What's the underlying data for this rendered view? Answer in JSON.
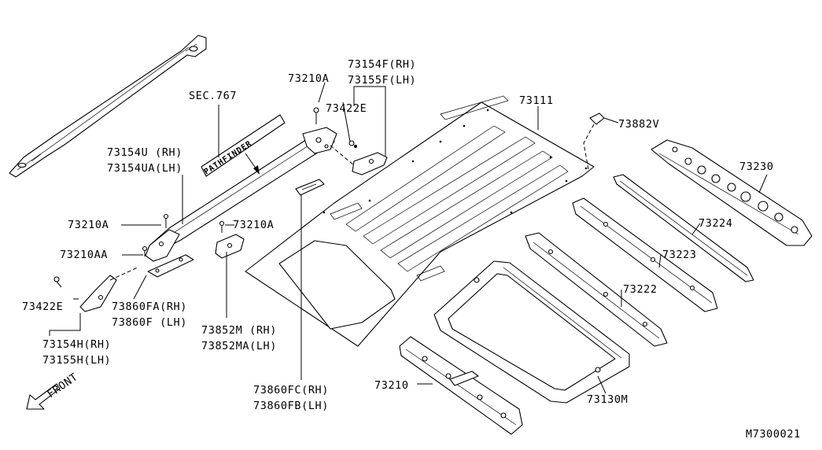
{
  "diagram": {
    "code": "M7300021",
    "front_label": "FRONT",
    "badge_text": "PATHFINDER",
    "labels": {
      "p73154F": "73154F(RH)",
      "p73155F": "73155F(LH)",
      "p73210A_top": "73210A",
      "p73422E_top": "73422E",
      "sec767": "SEC.767",
      "p73111": "73111",
      "p73882V": "73882V",
      "p73230": "73230",
      "p73154U": "73154U (RH)",
      "p73154UA": "73154UA(LH)",
      "p73210A_left": "73210A",
      "p73210A_mid": "73210A",
      "p73224": "73224",
      "p73210AA": "73210AA",
      "p73223": "73223",
      "p73422E_bottom": "73422E",
      "p73860FA": "73860FA(RH)",
      "p73860F": "73860F (LH)",
      "p73852M": "73852M (RH)",
      "p73852MA": "73852MA(LH)",
      "p73222": "73222",
      "p73154H": "73154H(RH)",
      "p73155H": "73155H(LH)",
      "p73860FC": "73860FC(RH)",
      "p73860FB": "73860FB(LH)",
      "p73210": "73210",
      "p73130M": "73130M"
    }
  }
}
